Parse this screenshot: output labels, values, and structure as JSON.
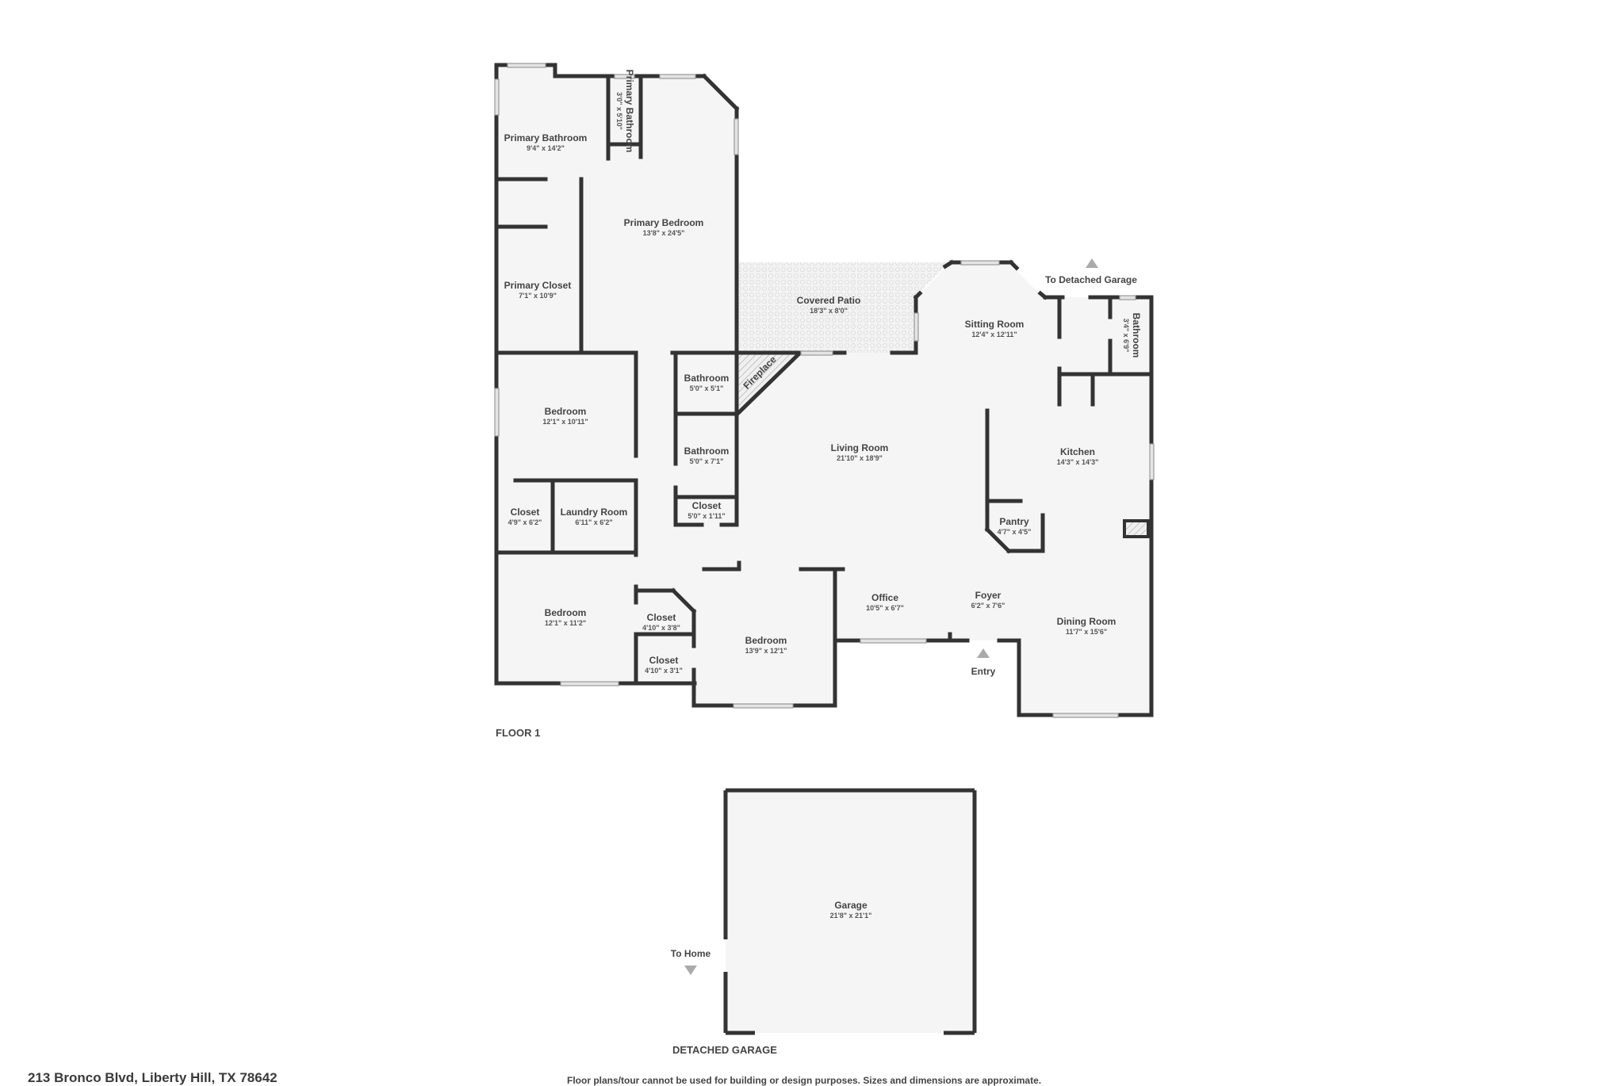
{
  "floors": [
    {
      "label": "FLOOR 1",
      "rooms": [
        {
          "name": "Primary Bathroom",
          "dim": "9'4\" x 14'2\""
        },
        {
          "name": "Primary Bathroom",
          "dim": "3'0\" x 5'10\""
        },
        {
          "name": "Primary Bedroom",
          "dim": "13'8\" x 24'5\""
        },
        {
          "name": "Primary Closet",
          "dim": "7'1\" x 10'9\""
        },
        {
          "name": "Covered Patio",
          "dim": "18'3\" x 8'0\""
        },
        {
          "name": "Sitting Room",
          "dim": "12'4\" x 12'11\""
        },
        {
          "name": "Bathroom",
          "dim": "3'4\" x 6'9\""
        },
        {
          "name": "Bedroom",
          "dim": "12'1\" x 10'11\""
        },
        {
          "name": "Bathroom",
          "dim": "5'0\" x 5'1\""
        },
        {
          "name": "Bathroom",
          "dim": "5'0\" x 7'1\""
        },
        {
          "name": "Closet",
          "dim": "5'0\" x 1'11\""
        },
        {
          "name": "Fireplace",
          "dim": ""
        },
        {
          "name": "Living Room",
          "dim": "21'10\" x 18'9\""
        },
        {
          "name": "Kitchen",
          "dim": "14'3\" x 14'3\""
        },
        {
          "name": "Pantry",
          "dim": "4'7\" x 4'5\""
        },
        {
          "name": "Closet",
          "dim": "4'9\" x 6'2\""
        },
        {
          "name": "Laundry Room",
          "dim": "6'11\" x 6'2\""
        },
        {
          "name": "Bedroom",
          "dim": "12'1\" x 11'2\""
        },
        {
          "name": "Closet",
          "dim": "4'10\" x 3'8\""
        },
        {
          "name": "Closet",
          "dim": "4'10\" x 3'1\""
        },
        {
          "name": "Bedroom",
          "dim": "13'9\" x 12'1\""
        },
        {
          "name": "Office",
          "dim": "10'5\" x 6'7\""
        },
        {
          "name": "Foyer",
          "dim": "6'2\" x 7'6\""
        },
        {
          "name": "Dining Room",
          "dim": "11'7\" x 15'6\""
        }
      ],
      "markers": {
        "to_detached_garage": "To Detached Garage",
        "entry": "Entry"
      }
    },
    {
      "label": "DETACHED GARAGE",
      "rooms": [
        {
          "name": "Garage",
          "dim": "21'8\" x 21'1\""
        }
      ],
      "markers": {
        "to_home": "To Home"
      }
    }
  ],
  "address": "213 Bronco Blvd, Liberty Hill, TX 78642",
  "disclaimer": "Floor plans/tour cannot be used for building or design purposes. Sizes and dimensions are approximate.",
  "colors": {
    "wall": "#333333",
    "floor": "#f5f5f5",
    "text": "#444444",
    "marker": "#aaaaaa"
  }
}
